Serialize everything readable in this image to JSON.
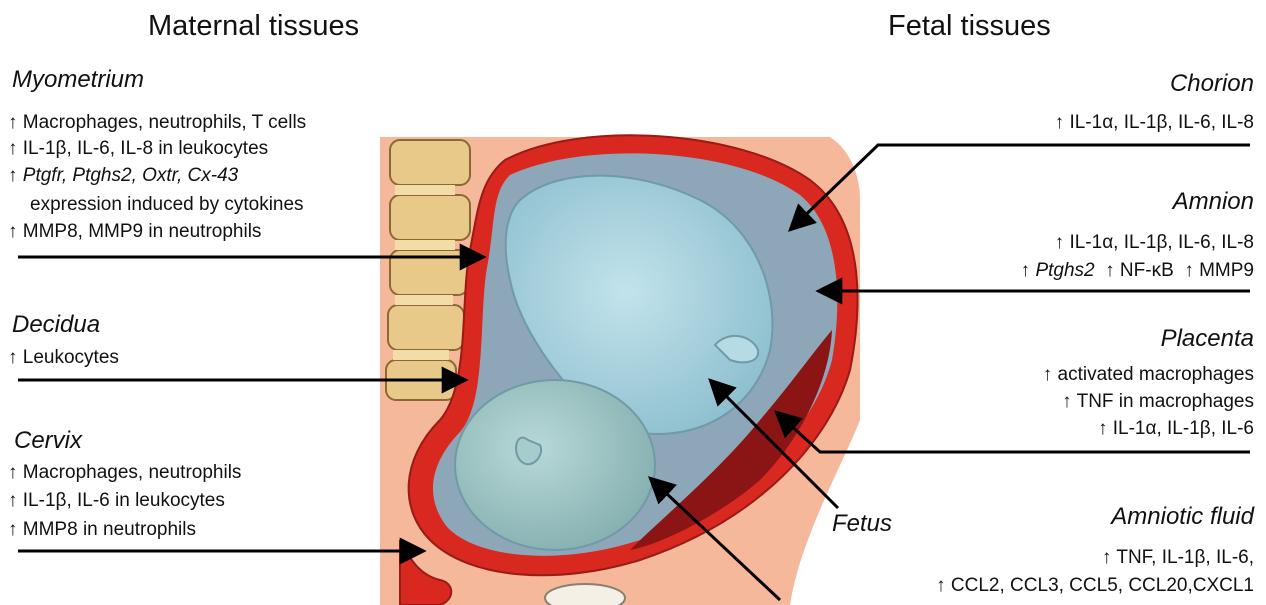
{
  "maternal": {
    "title": "Maternal tissues",
    "myometrium": {
      "title": "Myometrium",
      "line1": "↑ Macrophages, neutrophils, T cells",
      "line2": "↑ IL-1β, IL-6, IL-8 in leukocytes",
      "line3_arrow": "↑ ",
      "line3_genes": "Ptgfr, Ptghs2, Oxtr, Cx-43",
      "line4": "expression induced by cytokines",
      "line5": "↑ MMP8, MMP9 in neutrophils"
    },
    "decidua": {
      "title": "Decidua",
      "line1": "↑ Leukocytes"
    },
    "cervix": {
      "title": "Cervix",
      "line1": "↑ Macrophages, neutrophils",
      "line2": "↑ IL-1β, IL-6 in leukocytes",
      "line3": "↑ MMP8 in neutrophils"
    }
  },
  "fetal": {
    "title": "Fetal tissues",
    "chorion": {
      "title": "Chorion",
      "line1": "↑ IL-1α, IL-1β, IL-6, IL-8"
    },
    "amnion": {
      "title": "Amnion",
      "line1": "↑ IL-1α, IL-1β, IL-6, IL-8",
      "line2_a": "↑ ",
      "line2_gene": "Ptghs2",
      "line2_b": "  ↑ NF-κB  ↑ MMP9"
    },
    "placenta": {
      "title": "Placenta",
      "line1": "↑ activated macrophages",
      "line2": "↑  TNF in macrophages",
      "line3": "↑ IL-1α, IL-1β, IL-6"
    },
    "fetus": {
      "title": "Fetus"
    },
    "amniotic_fluid": {
      "title": "Amniotic fluid",
      "line1": "↑ TNF, IL-1β, IL-6,",
      "line2": "↑ CCL2, CCL3, CCL5, CCL20,CXCL1"
    }
  },
  "colors": {
    "skin": "#f6b89a",
    "uterus_wall": "#d9281f",
    "amniotic_cavity": "#8ea7b8",
    "fetus": "#a9d3df",
    "placenta": "#8b1414",
    "spine": "#e8c98a"
  }
}
